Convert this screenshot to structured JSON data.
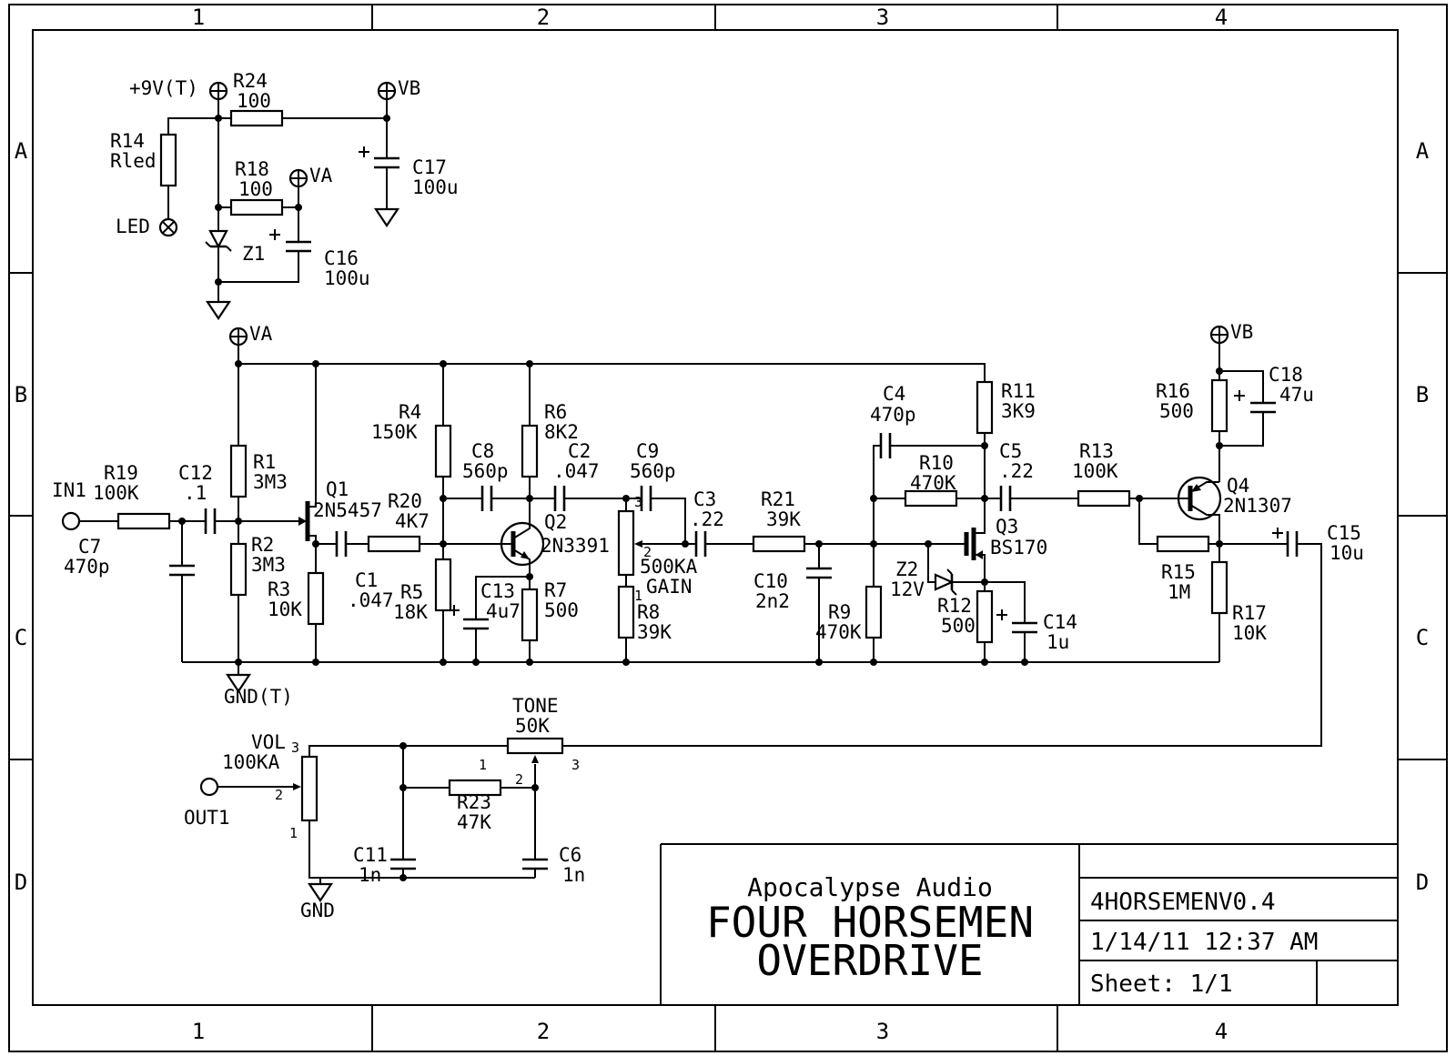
{
  "frame": {
    "cols": [
      "1",
      "2",
      "3",
      "4"
    ],
    "rows": [
      "A",
      "B",
      "C",
      "D"
    ]
  },
  "title_block": {
    "company": "Apocalypse Audio",
    "title_line1": "FOUR HORSEMEN",
    "title_line2": "OVERDRIVE",
    "doc_number": "4HORSEMENV0.4",
    "date": "1/14/11 12:37 AM",
    "sheet": "Sheet: 1/1"
  },
  "ports": {
    "input": "IN1",
    "output": "OUT1"
  },
  "power": {
    "v9": "+9V(T)",
    "va": "VA",
    "vb": "VB",
    "gnd_t": "GND(T)",
    "gnd": "GND",
    "led": "LED"
  },
  "pots": {
    "gain": {
      "value": "500KA",
      "label": "GAIN",
      "pins": [
        "1",
        "2",
        "3"
      ]
    },
    "vol": {
      "label": "VOL",
      "value": "100KA",
      "pins": [
        "1",
        "2",
        "3"
      ]
    },
    "tone": {
      "label": "TONE",
      "value": "50K",
      "pins": [
        "1",
        "2",
        "3"
      ]
    }
  },
  "components": {
    "r1": {
      "ref": "R1",
      "value": "3M3"
    },
    "r2": {
      "ref": "R2",
      "value": "3M3"
    },
    "r3": {
      "ref": "R3",
      "value": "10K"
    },
    "r4": {
      "ref": "R4",
      "value": "150K"
    },
    "r5": {
      "ref": "R5",
      "value": "18K"
    },
    "r6": {
      "ref": "R6",
      "value": "8K2"
    },
    "r7": {
      "ref": "R7",
      "value": "500"
    },
    "r8": {
      "ref": "R8",
      "value": "39K"
    },
    "r9": {
      "ref": "R9",
      "value": "470K"
    },
    "r10": {
      "ref": "R10",
      "value": "470K"
    },
    "r11": {
      "ref": "R11",
      "value": "3K9"
    },
    "r12": {
      "ref": "R12",
      "value": "500"
    },
    "r13": {
      "ref": "R13",
      "value": "100K"
    },
    "r14": {
      "ref": "R14",
      "value": "Rled"
    },
    "r15": {
      "ref": "R15",
      "value": "1M"
    },
    "r16": {
      "ref": "R16",
      "value": "500"
    },
    "r17": {
      "ref": "R17",
      "value": "10K"
    },
    "r18": {
      "ref": "R18",
      "value": "100"
    },
    "r19": {
      "ref": "R19",
      "value": "100K"
    },
    "r20": {
      "ref": "R20",
      "value": "4K7"
    },
    "r21": {
      "ref": "R21",
      "value": "39K"
    },
    "r23": {
      "ref": "R23",
      "value": "47K"
    },
    "r24": {
      "ref": "R24",
      "value": "100"
    },
    "c1": {
      "ref": "C1",
      "value": ".047"
    },
    "c2": {
      "ref": "C2",
      "value": ".047"
    },
    "c3": {
      "ref": "C3",
      "value": ".22"
    },
    "c4": {
      "ref": "C4",
      "value": "470p"
    },
    "c5": {
      "ref": "C5",
      "value": ".22"
    },
    "c6": {
      "ref": "C6",
      "value": "1n"
    },
    "c7": {
      "ref": "C7",
      "value": "470p"
    },
    "c8": {
      "ref": "C8",
      "value": "560p"
    },
    "c9": {
      "ref": "C9",
      "value": "560p"
    },
    "c10": {
      "ref": "C10",
      "value": "2n2"
    },
    "c11": {
      "ref": "C11",
      "value": "1n"
    },
    "c12": {
      "ref": "C12",
      "value": ".1"
    },
    "c13": {
      "ref": "C13",
      "value": "4u7"
    },
    "c14": {
      "ref": "C14",
      "value": "1u"
    },
    "c15": {
      "ref": "C15",
      "value": "10u"
    },
    "c16": {
      "ref": "C16",
      "value": "100u"
    },
    "c17": {
      "ref": "C17",
      "value": "100u"
    },
    "c18": {
      "ref": "C18",
      "value": "47u"
    },
    "q1": {
      "ref": "Q1",
      "value": "2N5457"
    },
    "q2": {
      "ref": "Q2",
      "value": "2N3391"
    },
    "q3": {
      "ref": "Q3",
      "value": "BS170"
    },
    "q4": {
      "ref": "Q4",
      "value": "2N1307"
    },
    "z1": {
      "ref": "Z1"
    },
    "z2": {
      "ref": "Z2",
      "value": "12V"
    }
  }
}
